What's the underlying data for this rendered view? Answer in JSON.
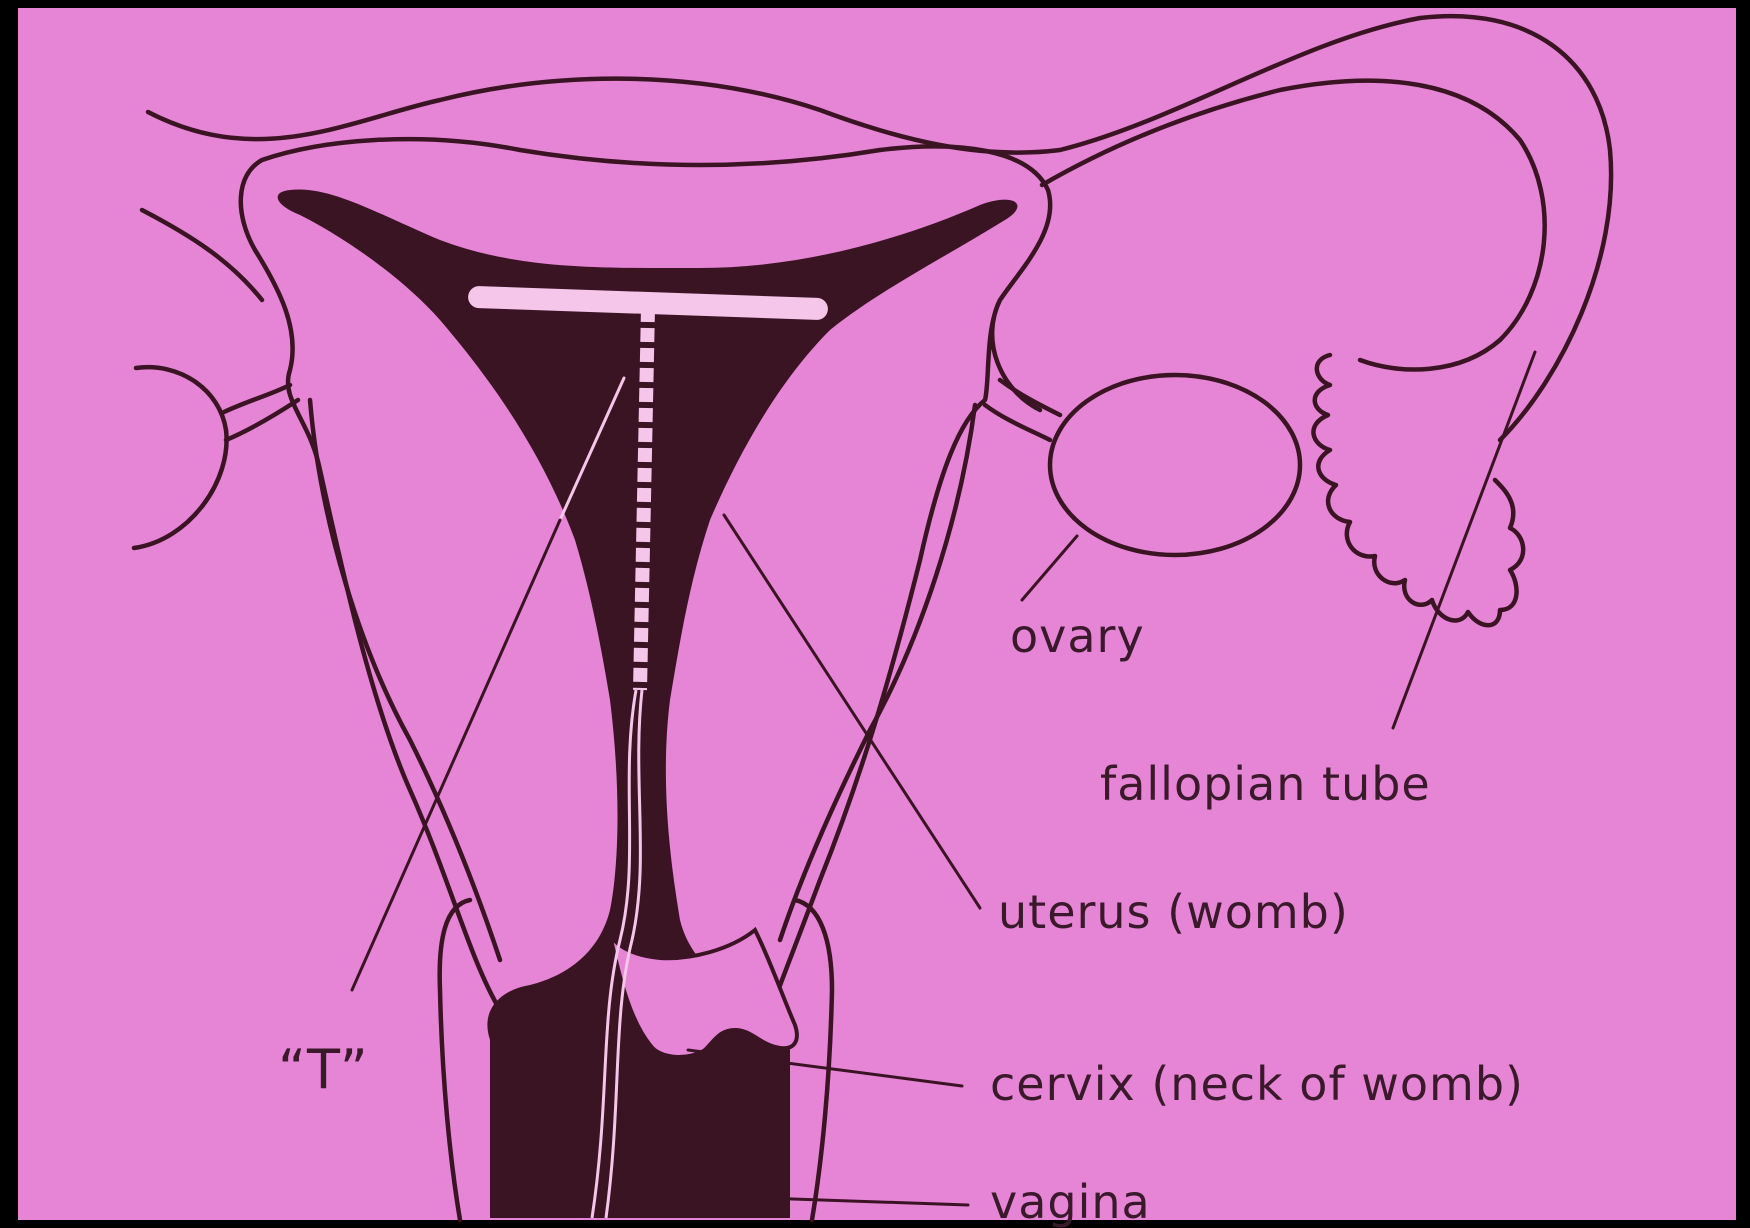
{
  "labels": {
    "ovary": "ovary",
    "fallopian_tube": "fallopian tube",
    "uterus": "uterus (womb)",
    "t_device": "“T”",
    "cervix": "cervix (neck of womb)",
    "vagina": "vagina"
  },
  "colors": {
    "background": "#e685d6",
    "ink": "#3b1424",
    "device": "#f5c6ea",
    "frame": "#000000"
  }
}
